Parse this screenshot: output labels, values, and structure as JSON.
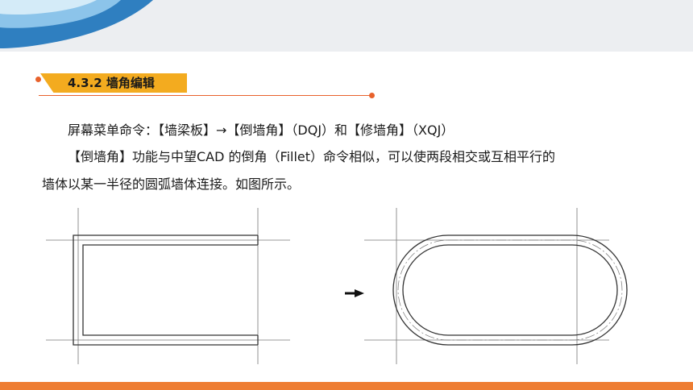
{
  "section": {
    "heading": "4.3.2 墙角编辑"
  },
  "body": {
    "line1": "屏幕菜单命令：【墙梁板】→【倒墙角】（DQJ）和【修墙角】（XQJ）",
    "line2": "【倒墙角】功能与中望CAD 的倒角（Fillet）命令相似，可以使两段相交或互相平行的",
    "line3": "墙体以某一半径的圆弧墙体连接。如图所示。"
  },
  "colors": {
    "accent_orange": "#ee7d33",
    "tag_yellow": "#f3ab1f",
    "wave_blue": "#2f7fc0",
    "wave_light": "#8cc4ea"
  },
  "figure": {
    "arrow_icon": "right-arrow-icon"
  }
}
